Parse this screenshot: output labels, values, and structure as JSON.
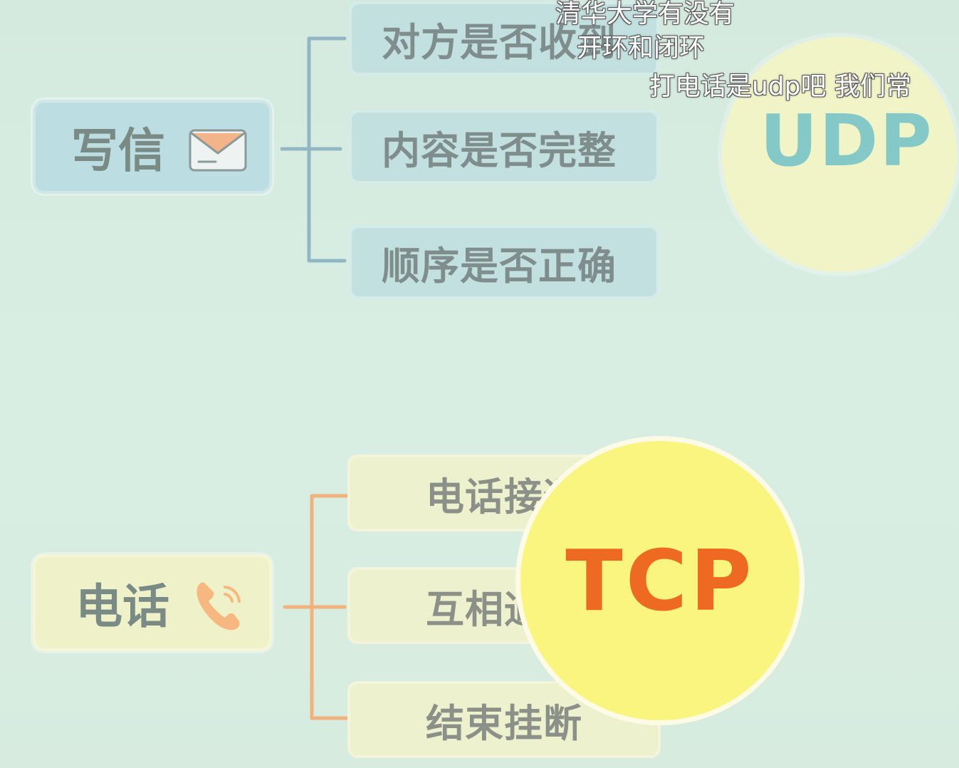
{
  "letter": {
    "label": "写信",
    "icon": "envelope-icon",
    "items": [
      "对方是否收到",
      "内容是否完整",
      "顺序是否正确"
    ],
    "accent": "#8fb3c4"
  },
  "phone": {
    "label": "电话",
    "icon": "phone-icon",
    "items": [
      "电话接通",
      "互相通话",
      "结束挂断"
    ],
    "accent": "#f2b07a"
  },
  "badges": {
    "udp": "UDP",
    "tcp": "TCP",
    "udp_color": "#84c9c7",
    "tcp_color": "#ee6a22"
  },
  "comments": [
    "清华大学有没有",
    "开环和闭环",
    "打电话是udp吧  我们常"
  ]
}
